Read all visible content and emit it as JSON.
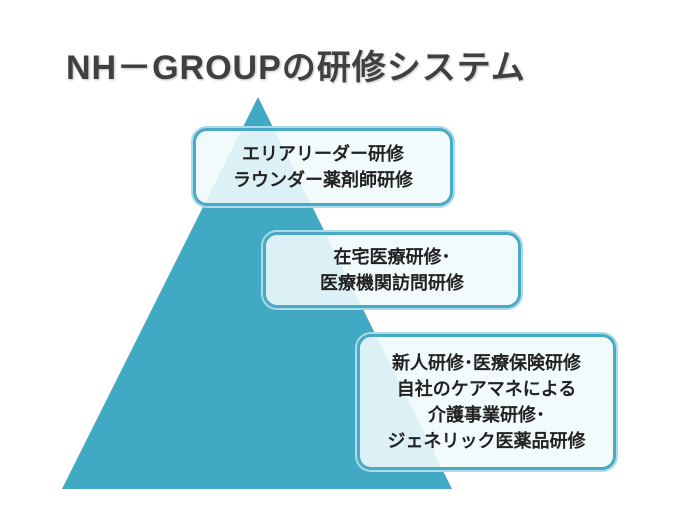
{
  "title": "NH－GROUPの研修システム",
  "colors": {
    "pyramid": "#41a9c4",
    "box_border": "#4aa9c4"
  },
  "tiers": [
    {
      "lines": [
        "エリアリーダー研修",
        "ラウンダー薬剤師研修"
      ]
    },
    {
      "lines": [
        "在宅医療研修･",
        "医療機関訪問研修"
      ]
    },
    {
      "lines": [
        "新人研修･医療保険研修",
        "自社のケアマネによる",
        "介護事業研修･",
        "ジェネリック医薬品研修"
      ]
    }
  ]
}
